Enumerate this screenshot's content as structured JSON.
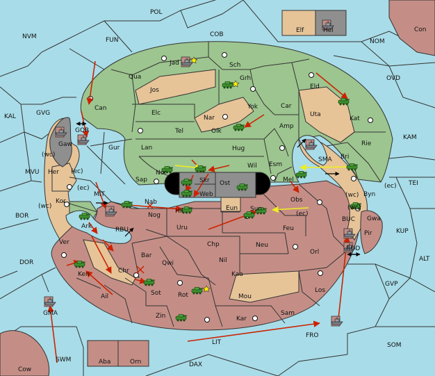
{
  "colors": {
    "sea": "#a8dce8",
    "green": "#9dc58f",
    "tan": "#e6c498",
    "rose": "#c48e86",
    "neutral_gray": "#8f8f8f",
    "black_lake": "#000000",
    "border": "#333333",
    "order_line": "#cc2200",
    "support_line": "#eeee22",
    "unit_green": "#3e8e2e"
  },
  "sea_labels": [
    {
      "key": "pol",
      "text": "POL"
    },
    {
      "key": "fun",
      "text": "FUN"
    },
    {
      "key": "cob",
      "text": "COB"
    },
    {
      "key": "nvm",
      "text": "NVM"
    },
    {
      "key": "nom",
      "text": "NOM"
    },
    {
      "key": "con",
      "text": "Con"
    },
    {
      "key": "ovd",
      "text": "OVD"
    },
    {
      "key": "kal",
      "text": "KAL"
    },
    {
      "key": "gvg",
      "text": "GVG"
    },
    {
      "key": "kam",
      "text": "KAM"
    },
    {
      "key": "mvu",
      "text": "MVU"
    },
    {
      "key": "tei",
      "text": "TEI"
    },
    {
      "key": "bor",
      "text": "BOR"
    },
    {
      "key": "kup",
      "text": "KUP"
    },
    {
      "key": "dor",
      "text": "DOR"
    },
    {
      "key": "alt",
      "text": "ALT"
    },
    {
      "key": "gvp",
      "text": "GVP"
    },
    {
      "key": "fro",
      "text": "FRO"
    },
    {
      "key": "som",
      "text": "SOM"
    },
    {
      "key": "lit",
      "text": "LIT"
    },
    {
      "key": "swm",
      "text": "SWM"
    },
    {
      "key": "dax",
      "text": "DAX"
    },
    {
      "key": "buc",
      "text": "BUC"
    },
    {
      "key": "mit",
      "text": "MIT"
    },
    {
      "key": "rbu",
      "text": "RBU"
    },
    {
      "key": "gor",
      "text": "GOR"
    },
    {
      "key": "sma",
      "text": "SMA"
    },
    {
      "key": "rod",
      "text": "ROD"
    },
    {
      "key": "gma",
      "text": "GMA"
    }
  ],
  "province_labels": [
    {
      "key": "elf",
      "text": "Elf"
    },
    {
      "key": "hel",
      "text": "Hel"
    },
    {
      "key": "jad",
      "text": "Jad"
    },
    {
      "key": "sch",
      "text": "Sch"
    },
    {
      "key": "qua",
      "text": "Qua"
    },
    {
      "key": "grh",
      "text": "Grh"
    },
    {
      "key": "jos",
      "text": "Jos"
    },
    {
      "key": "eld",
      "text": "Eld"
    },
    {
      "key": "can",
      "text": "Can"
    },
    {
      "key": "yok",
      "text": "Yok"
    },
    {
      "key": "car",
      "text": "Car"
    },
    {
      "key": "elc",
      "text": "Elc"
    },
    {
      "key": "nar",
      "text": "Nar"
    },
    {
      "key": "uta",
      "text": "Uta"
    },
    {
      "key": "kat",
      "text": "Kat"
    },
    {
      "key": "amp",
      "text": "Amp"
    },
    {
      "key": "tel",
      "text": "Tel"
    },
    {
      "key": "olk",
      "text": "Olk"
    },
    {
      "key": "gaw",
      "text": "Gaw"
    },
    {
      "key": "gur",
      "text": "Gur"
    },
    {
      "key": "hug",
      "text": "Hug"
    },
    {
      "key": "rie",
      "text": "Rie"
    },
    {
      "key": "lan",
      "text": "Lan"
    },
    {
      "key": "bri",
      "text": "Bri"
    },
    {
      "key": "wil",
      "text": "Wil"
    },
    {
      "key": "esm",
      "text": "Esm"
    },
    {
      "key": "nor",
      "text": "Nor"
    },
    {
      "key": "her",
      "text": "Her"
    },
    {
      "key": "wc1",
      "text": "(wc)"
    },
    {
      "key": "ec1",
      "text": "(ec)"
    },
    {
      "key": "skr",
      "text": "Skr"
    },
    {
      "key": "mel",
      "text": "Mel"
    },
    {
      "key": "sap",
      "text": "Sap"
    },
    {
      "key": "ost",
      "text": "Ost"
    },
    {
      "key": "byn",
      "text": "Byn"
    },
    {
      "key": "ec2",
      "text": "(ec)"
    },
    {
      "key": "wc2",
      "text": "(wc)"
    },
    {
      "key": "ec3",
      "text": "(ec)"
    },
    {
      "key": "web",
      "text": "Web"
    },
    {
      "key": "obs",
      "text": "Obs"
    },
    {
      "key": "kor",
      "text": "Kor"
    },
    {
      "key": "nab",
      "text": "Nab"
    },
    {
      "key": "gwa",
      "text": "Gwa"
    },
    {
      "key": "wc3",
      "text": "(wc)"
    },
    {
      "key": "hil",
      "text": "Hil"
    },
    {
      "key": "eun",
      "text": "Eun"
    },
    {
      "key": "sun",
      "text": "Sun"
    },
    {
      "key": "ec4",
      "text": "(ec)"
    },
    {
      "key": "wc4",
      "text": "(wc)"
    },
    {
      "key": "nog",
      "text": "Nog"
    },
    {
      "key": "pir",
      "text": "Pir"
    },
    {
      "key": "ark",
      "text": "Ark"
    },
    {
      "key": "uru",
      "text": "Uru"
    },
    {
      "key": "feu",
      "text": "Feu"
    },
    {
      "key": "ver",
      "text": "Ver"
    },
    {
      "key": "chp",
      "text": "Chp"
    },
    {
      "key": "neu",
      "text": "Neu"
    },
    {
      "key": "orl",
      "text": "Orl"
    },
    {
      "key": "bar",
      "text": "Bar"
    },
    {
      "key": "qwi",
      "text": "Qwi"
    },
    {
      "key": "nil",
      "text": "Nil"
    },
    {
      "key": "chr",
      "text": "Chr"
    },
    {
      "key": "ken",
      "text": "Ken"
    },
    {
      "key": "kaa",
      "text": "Kaa"
    },
    {
      "key": "sot",
      "text": "Sot"
    },
    {
      "key": "rot",
      "text": "Rot"
    },
    {
      "key": "ail",
      "text": "Ail"
    },
    {
      "key": "los",
      "text": "Los"
    },
    {
      "key": "mou",
      "text": "Mou"
    },
    {
      "key": "zin",
      "text": "Zin"
    },
    {
      "key": "kar",
      "text": "Kar"
    },
    {
      "key": "sam",
      "text": "Sam"
    },
    {
      "key": "aba",
      "text": "Aba"
    },
    {
      "key": "orn",
      "text": "Orn"
    },
    {
      "key": "cow",
      "text": "Cow"
    }
  ],
  "units": [
    {
      "key": "u-jad",
      "kind": "fleet",
      "color": "#7a7f88"
    },
    {
      "key": "u-grh",
      "kind": "army",
      "color": "#3e8e2e"
    },
    {
      "key": "u-kat",
      "kind": "army",
      "color": "#3e8e2e"
    },
    {
      "key": "u-olk",
      "kind": "army",
      "color": "#3e8e2e"
    },
    {
      "key": "u-gaw",
      "kind": "fleet",
      "color": "#7a7f88"
    },
    {
      "key": "u-gor",
      "kind": "fleet",
      "color": "#7a7f88"
    },
    {
      "key": "u-sma",
      "kind": "fleet",
      "color": "#7a7f88"
    },
    {
      "key": "u-nor",
      "kind": "army",
      "color": "#3e8e2e"
    },
    {
      "key": "u-skr",
      "kind": "army",
      "color": "#3e8e2e"
    },
    {
      "key": "u-skr2",
      "kind": "army",
      "color": "#3e8e2e"
    },
    {
      "key": "u-bri",
      "kind": "army",
      "color": "#3e8e2e"
    },
    {
      "key": "u-mel",
      "kind": "army",
      "color": "#3e8e2e"
    },
    {
      "key": "u-ost",
      "kind": "army",
      "color": "#3e8e2e"
    },
    {
      "key": "u-web",
      "kind": "army",
      "color": "#3e8e2e"
    },
    {
      "key": "u-nab",
      "kind": "army",
      "color": "#3e8e2e"
    },
    {
      "key": "u-hil",
      "kind": "army",
      "color": "#3e8e2e"
    },
    {
      "key": "u-sun",
      "kind": "army",
      "color": "#3e8e2e"
    },
    {
      "key": "u-sun2",
      "kind": "army",
      "color": "#3e8e2e"
    },
    {
      "key": "u-gwa",
      "kind": "army",
      "color": "#3e8e2e"
    },
    {
      "key": "u-mit",
      "kind": "fleet",
      "color": "#7a7f88"
    },
    {
      "key": "u-ark",
      "kind": "army",
      "color": "#3e8e2e"
    },
    {
      "key": "u-buc",
      "kind": "fleet",
      "color": "#7a7f88"
    },
    {
      "key": "u-rod",
      "kind": "fleet",
      "color": "#7a7f88"
    },
    {
      "key": "u-ken",
      "kind": "army",
      "color": "#3e8e2e"
    },
    {
      "key": "u-sot",
      "kind": "army",
      "color": "#3e8e2e"
    },
    {
      "key": "u-rot",
      "kind": "army",
      "color": "#3e8e2e"
    },
    {
      "key": "u-zin",
      "kind": "army",
      "color": "#3e8e2e"
    },
    {
      "key": "u-gma",
      "kind": "fleet",
      "color": "#7a7f88"
    },
    {
      "key": "u-fro",
      "kind": "fleet",
      "color": "#7a7f88"
    },
    {
      "key": "u-hel",
      "kind": "fleet",
      "color": "#7a7f88"
    }
  ]
}
